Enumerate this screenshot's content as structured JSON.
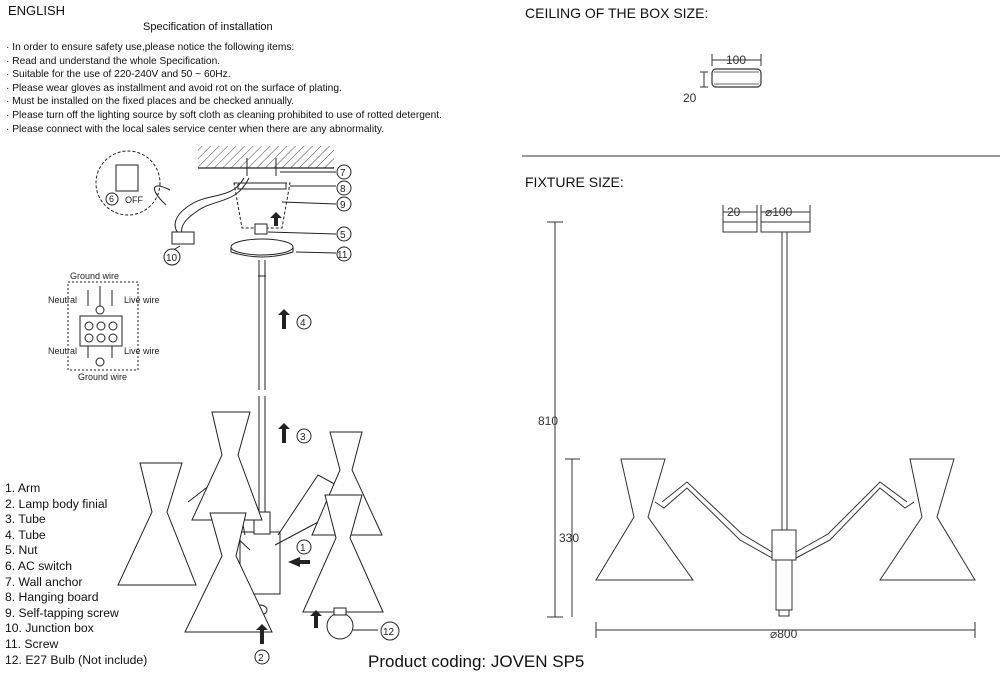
{
  "header": {
    "language": "ENGLISH",
    "spec_title": "Specification of installation"
  },
  "notices": [
    "In order to ensure safety use,please notice the following items:",
    "Read and understand the whole Specification.",
    "Suitable for the use of 220-240V and 50 ~ 60Hz.",
    "Please wear gloves as installment and avoid rot on the surface of plating.",
    "Must be installed on the fixed places and be checked annually.",
    "Please turn off the lighting source by soft cloth as cleaning prohibited to use of rotted detergent.",
    "Please connect with the local sales service center when there are any abnormality."
  ],
  "parts": [
    "1. Arm",
    "2. Lamp body finial",
    "3. Tube",
    "4. Tube",
    "5. Nut",
    "6. AC switch",
    "7. Wall anchor",
    "8. Hanging board",
    "9. Self-tapping screw",
    "10. Junction box",
    "11. Screw",
    "12. E27 Bulb  (Not include)"
  ],
  "wiring": {
    "ground_top": "Ground wire",
    "neutral_top": "Neutral",
    "live_top": "Live wire",
    "neutral_bottom": "Neutral",
    "live_bottom": "Live wire",
    "ground_bottom": "Ground wire",
    "switch_off": "OFF"
  },
  "callouts": {
    "c1": "1",
    "c2": "2",
    "c3": "3",
    "c4": "4",
    "c5": "5",
    "c6": "6",
    "c7": "7",
    "c8": "8",
    "c9": "9",
    "c10": "10",
    "c11": "11",
    "c12": "12"
  },
  "box_size": {
    "heading": "CEILING OF THE BOX SIZE:",
    "width": "100",
    "height": "20"
  },
  "fixture_size": {
    "heading": "FIXTURE SIZE:",
    "canopy_height": "20",
    "canopy_diameter": "⌀100",
    "total_height": "810",
    "body_height": "330",
    "total_width": "⌀800"
  },
  "footer": {
    "product_coding": "Product coding: JOVEN SP5"
  },
  "colors": {
    "line": "#222222",
    "dim_line": "#555555",
    "hatch": "#444444"
  }
}
